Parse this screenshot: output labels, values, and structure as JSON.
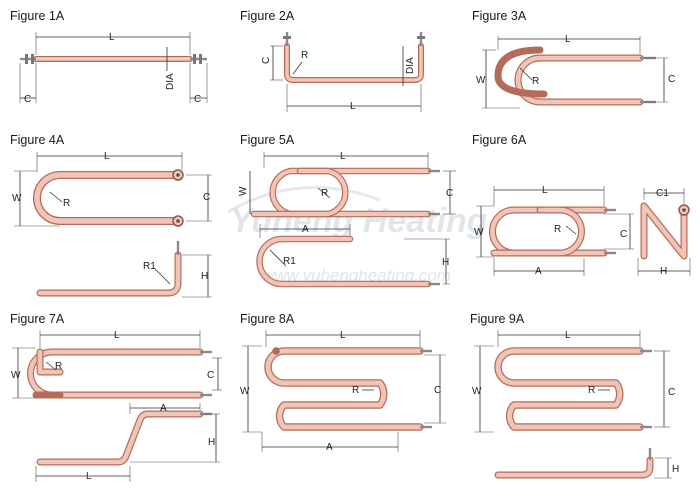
{
  "figures": [
    {
      "title": "Figure 1A",
      "labels": [
        "L",
        "DIA",
        "C",
        "C"
      ]
    },
    {
      "title": "Figure 2A",
      "labels": [
        "C",
        "R",
        "DIA",
        "L"
      ]
    },
    {
      "title": "Figure 3A",
      "labels": [
        "L",
        "W",
        "R",
        "C"
      ]
    },
    {
      "title": "Figure 4A",
      "labels": [
        "L",
        "W",
        "R",
        "C",
        "R1",
        "H"
      ]
    },
    {
      "title": "Figure 5A",
      "labels": [
        "L",
        "W",
        "R",
        "C",
        "A",
        "R1",
        "H"
      ]
    },
    {
      "title": "Figure 6A",
      "labels": [
        "L",
        "W",
        "R",
        "C",
        "A",
        "C1",
        "H"
      ]
    },
    {
      "title": "Figure 7A",
      "labels": [
        "L",
        "W",
        "R",
        "C",
        "A",
        "H",
        "L"
      ]
    },
    {
      "title": "Figure 8A",
      "labels": [
        "L",
        "W",
        "R",
        "C",
        "A"
      ]
    },
    {
      "title": "Figure 9A",
      "labels": [
        "L",
        "W",
        "R",
        "C",
        "H"
      ]
    }
  ],
  "watermark": {
    "brand": "Yuheng  Heating",
    "url": "www.yuhengheating.com"
  },
  "colors": {
    "tube_outline": "#b56b5a",
    "tube_fill": "#f0c4b6",
    "terminal": "#8a8a8a",
    "dimension": "#333333"
  }
}
